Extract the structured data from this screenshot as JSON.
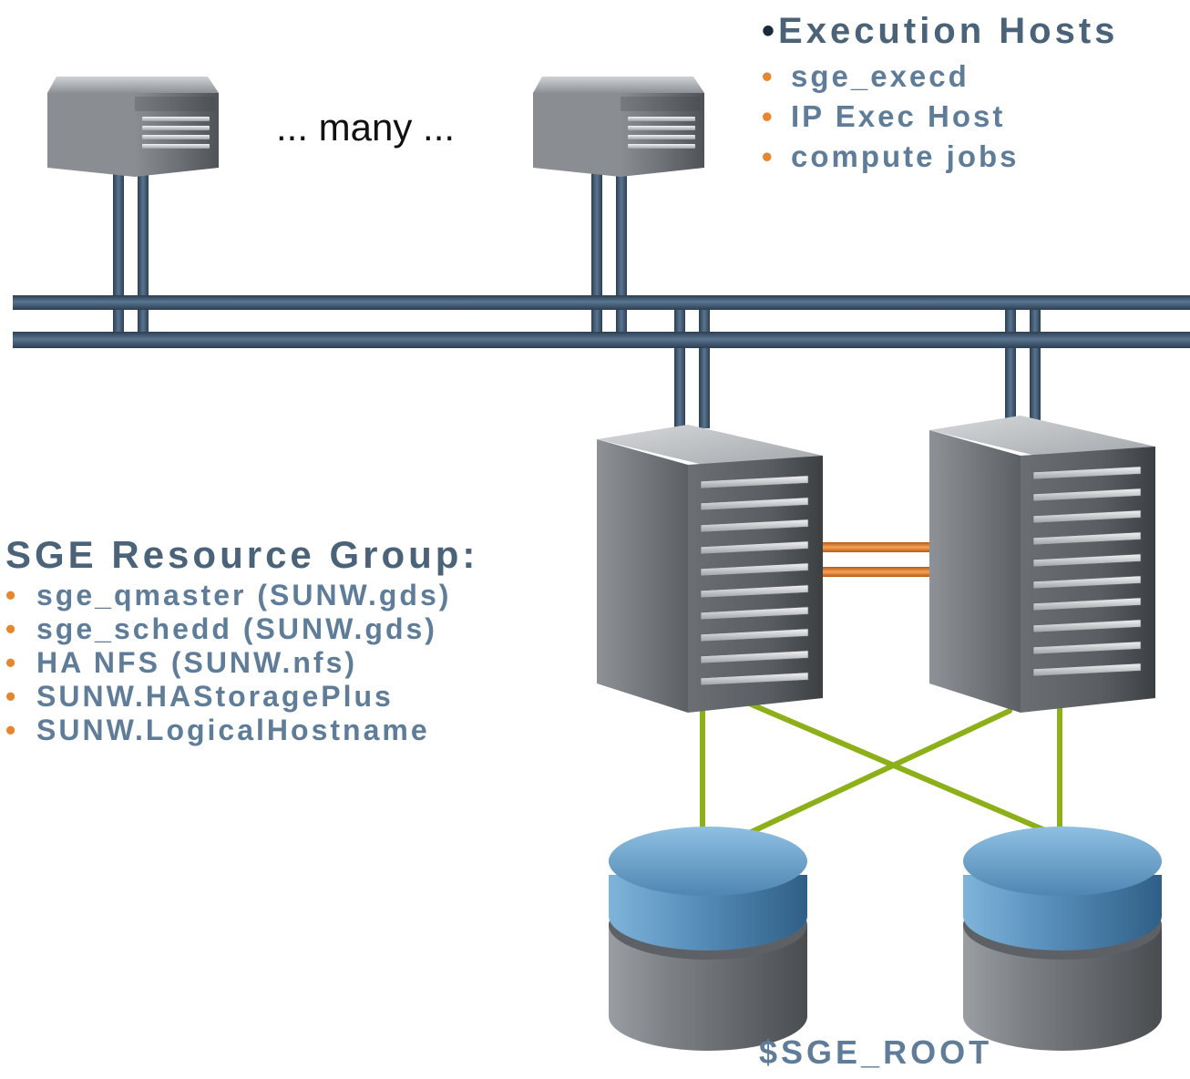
{
  "execution_hosts": {
    "title": "Execution Hosts",
    "items": [
      "sge_execd",
      "IP Exec Host",
      "compute jobs"
    ]
  },
  "many_label": "... many ...",
  "resource_group": {
    "title": "SGE Resource Group:",
    "items": [
      "sge_qmaster (SUNW.gds)",
      "sge_schedd (SUNW.gds)",
      "HA NFS (SUNW.nfs)",
      "SUNW.HAStoragePlus",
      "SUNW.LogicalHostname"
    ]
  },
  "storage_label": "$SGE_ROOT",
  "colors": {
    "heading": "#4a6378",
    "item_text": "#5f7d99",
    "bullet": "#e8862e",
    "network_cable": "#3f5670",
    "interconnect": "#e07a22",
    "storage_link": "#8db018",
    "disk_top": "#5f94bf",
    "disk_body": "#7a7e82"
  }
}
